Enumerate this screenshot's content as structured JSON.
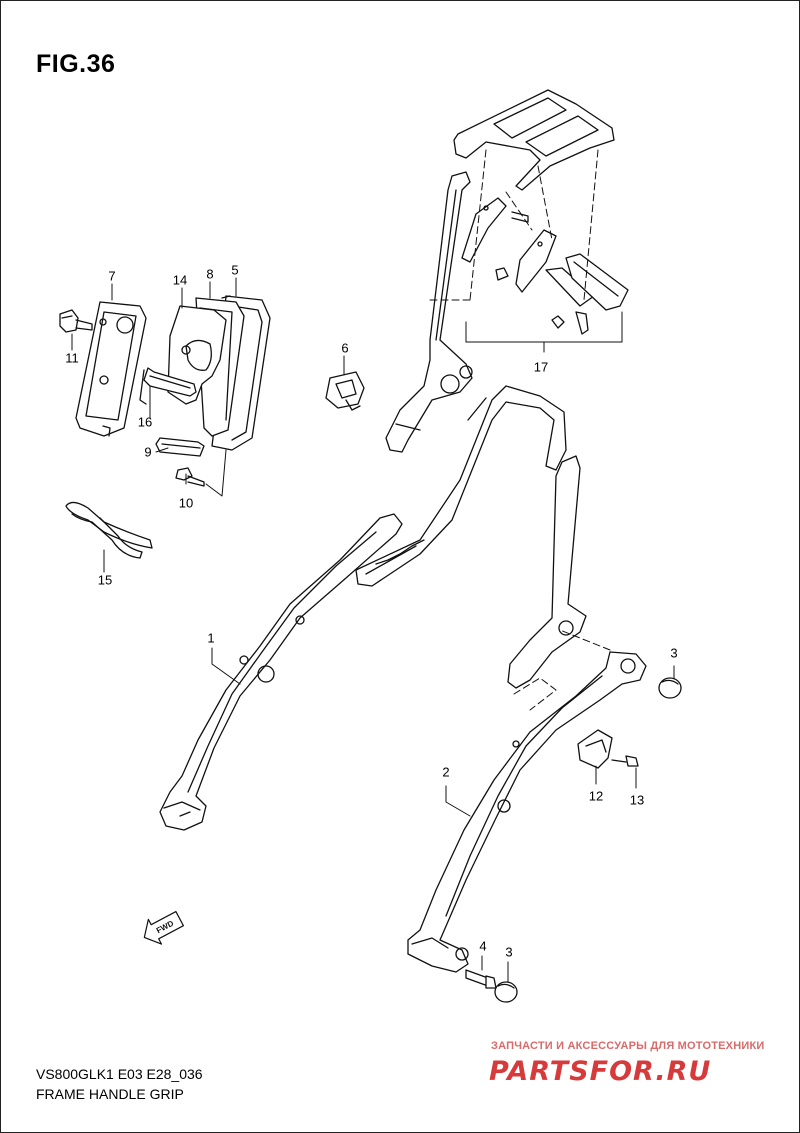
{
  "figure": {
    "title": "FIG.36"
  },
  "footer": {
    "model_code": "VS800GLK1 E03 E28_036",
    "model_name": "FRAME HANDLE GRIP"
  },
  "watermark": {
    "subtitle": "ЗАПЧАСТИ И АКСЕССУАРЫ ДЛЯ МОТОТЕХНИКИ",
    "logo": "PARTSFOR.RU",
    "color": "#d63a3a"
  },
  "direction_marker": {
    "label": "FWD"
  },
  "callouts": {
    "c1": "1",
    "c2": "2",
    "c3a": "3",
    "c3b": "3",
    "c4": "4",
    "c5": "5",
    "c6": "6",
    "c7": "7",
    "c8": "8",
    "c9": "9",
    "c10": "10",
    "c11": "11",
    "c12": "12",
    "c13": "13",
    "c14": "14",
    "c15": "15",
    "c16": "16",
    "c17": "17"
  }
}
